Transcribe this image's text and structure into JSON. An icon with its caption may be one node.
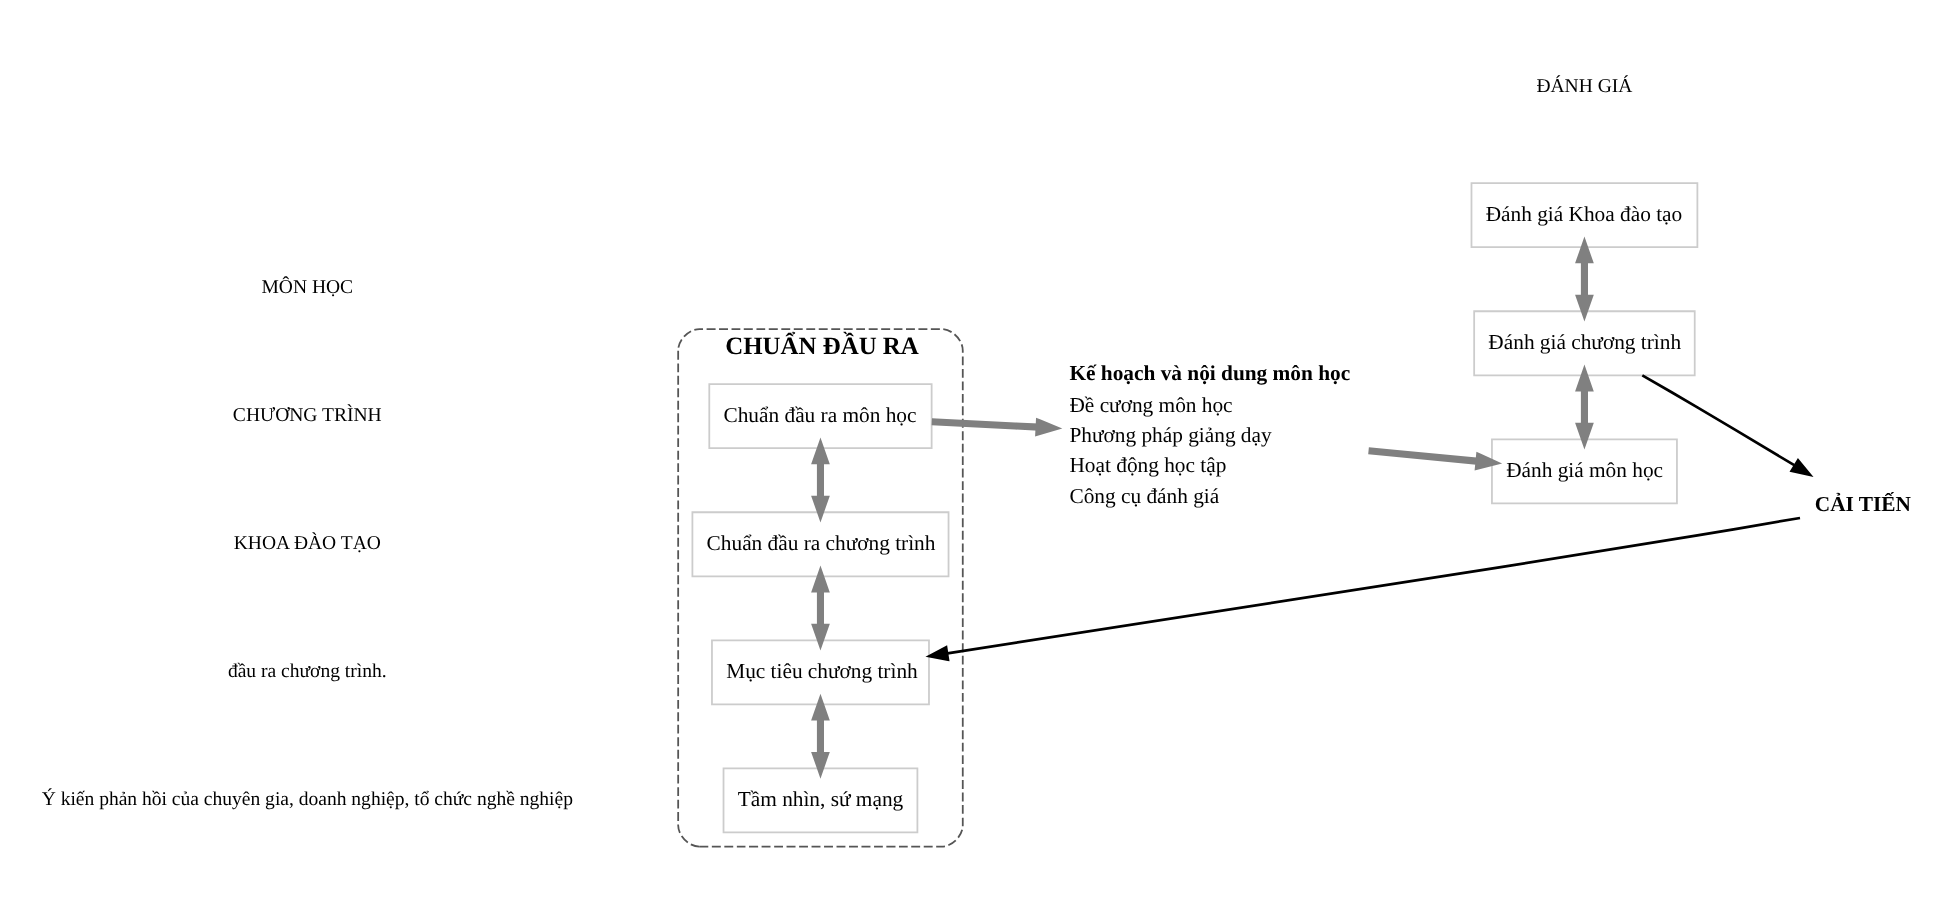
{
  "diagram": {
    "nodes": [
      {
        "text": [
          "CHUẨN ĐẦU RA"
        ]
      },
      {
        "text": [
          "Tầm nhìn, sứ mạng"
        ],
        "in": 0
      },
      {
        "text": [
          "Mục tiêu chương trình"
        ],
        "in": 0
      },
      {
        "text": [
          "Chuẩn đầu ra chương trình"
        ],
        "in": 0
      },
      {
        "text": [
          "Chuẩn đầu ra môn học"
        ],
        "in": 0
      },
      {
        "text": [
          "Kế hoạch và nội dung môn học",
          "Đề cương môn học",
          "Phương pháp giảng dạy",
          "Hoạt động học tập",
          "Công cụ đánh giá"
        ]
      },
      {
        "text": [
          "Đánh giá Khoa đào tạo"
        ]
      },
      {
        "text": [
          "Đánh giá chương trình"
        ]
      },
      {
        "text": [
          "Đánh giá môn học"
        ]
      },
      {
        "text": [
          "CẢI TIẾN"
        ]
      }
    ],
    "edges": [
      {
        "from": 1,
        "to": 2,
        "arrow": "both"
      },
      {
        "from": 2,
        "to": 3,
        "arrow": "both"
      },
      {
        "from": 3,
        "to": 4,
        "arrow": "both"
      },
      {
        "from": 4,
        "to": 5,
        "arrow": "to"
      },
      {
        "from": 5,
        "to": 8,
        "arrow": "to"
      },
      {
        "from": 6,
        "to": 7,
        "arrow": "both"
      },
      {
        "from": 7,
        "to": 8,
        "arrow": "both"
      },
      {
        "from": 7,
        "to": 9,
        "arrow": "to",
        "color": "#000000"
      },
      {
        "from": 9,
        "to": 2,
        "arrow": "to",
        "color": "#000000"
      }
    ],
    "labels": [
      "đầu ra chương trình.",
      "Ý kiến phản hồi của chuyên gia, doanh nghiệp, tổ chức nghề nghiệp",
      "KHOA ĐÀO TẠO",
      "CHƯƠNG TRÌNH",
      "MÔN HỌC",
      "ĐÁNH GIÁ"
    ]
  }
}
